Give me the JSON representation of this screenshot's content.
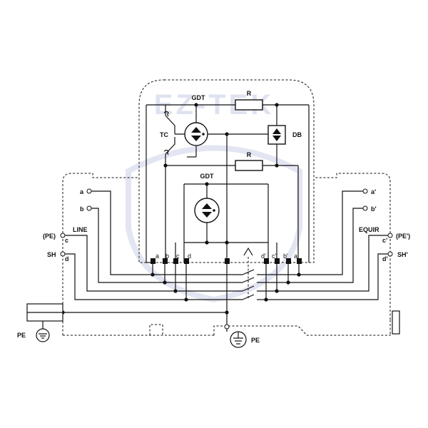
{
  "watermark": "EZ-TEK",
  "sides": {
    "line": "LINE",
    "equip": "EQUIR"
  },
  "left_terminals": {
    "a": "a",
    "b": "b",
    "pe": "(PE)",
    "c": "c",
    "sh": "SH",
    "d": "d"
  },
  "right_terminals": {
    "a": "a'",
    "b": "b'",
    "pe": "(PE')",
    "c": "c'",
    "sh": "SH'",
    "d": "d'"
  },
  "module_pins": [
    "a",
    "b",
    "c",
    "d",
    "d'",
    "c'",
    "b'",
    "a'"
  ],
  "components": {
    "gdt_top": "GDT",
    "gdt_mid": "GDT",
    "r_top": "R",
    "r_mid": "R",
    "tc": "TC",
    "db": "DB"
  },
  "ground_labels": {
    "left": "PE",
    "center": "PE"
  }
}
